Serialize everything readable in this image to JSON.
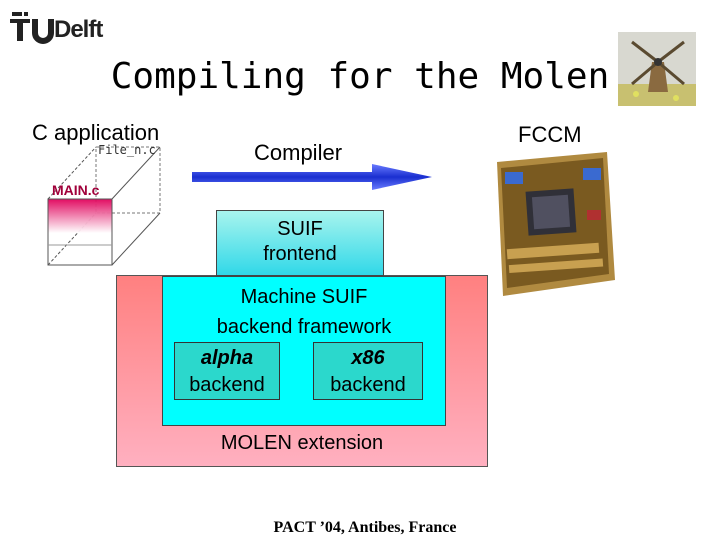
{
  "logo": {
    "text_tu": "TU",
    "text_delft": "Delft"
  },
  "title": "Compiling for the Molen",
  "labels": {
    "c_application": "C application",
    "file_n": "File_n.c",
    "main_c": "MAIN.c",
    "compiler": "Compiler",
    "fccm": "FCCM"
  },
  "boxes": {
    "suif_frontend_line1": "SUIF",
    "suif_frontend_line2": "frontend",
    "machine_suif_line1": "Machine SUIF",
    "machine_suif_line2": "backend framework",
    "alpha_arch": "alpha",
    "alpha_backend": "backend",
    "x86_arch": "x86",
    "x86_backend": "backend",
    "molen_extension": "MOLEN extension"
  },
  "footer": "PACT ’04, Antibes, France",
  "colors": {
    "molen_box": "#ff8080",
    "suif_box": "#30d8e8",
    "machine_box": "#00ffff",
    "backend_box": "#2bd8cc",
    "arrow": "#1a2fd0",
    "main_c": "#a0003a"
  }
}
